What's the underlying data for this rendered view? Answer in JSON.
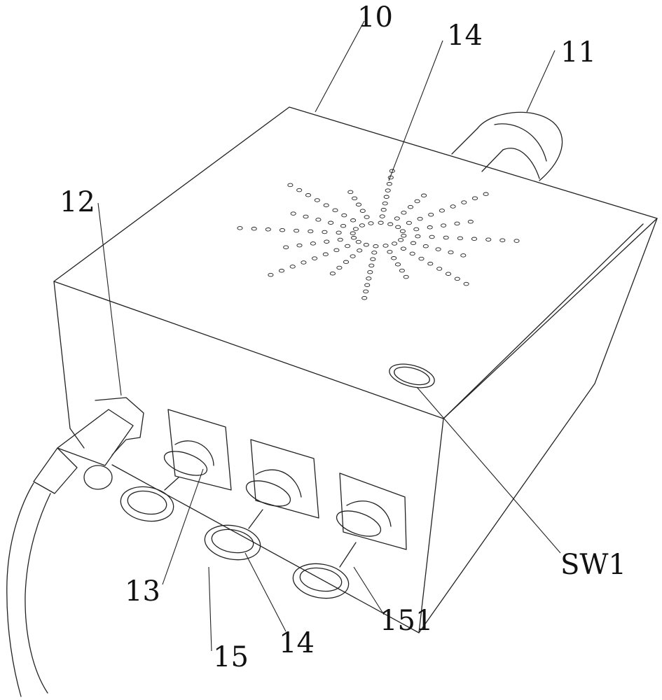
{
  "figure": {
    "labels": {
      "l10": "10",
      "l14_top": "14",
      "l11": "11",
      "l12": "12",
      "l13": "13",
      "l15": "15",
      "l14_bottom": "14",
      "l151": "151",
      "lsw1": "SW1"
    }
  }
}
